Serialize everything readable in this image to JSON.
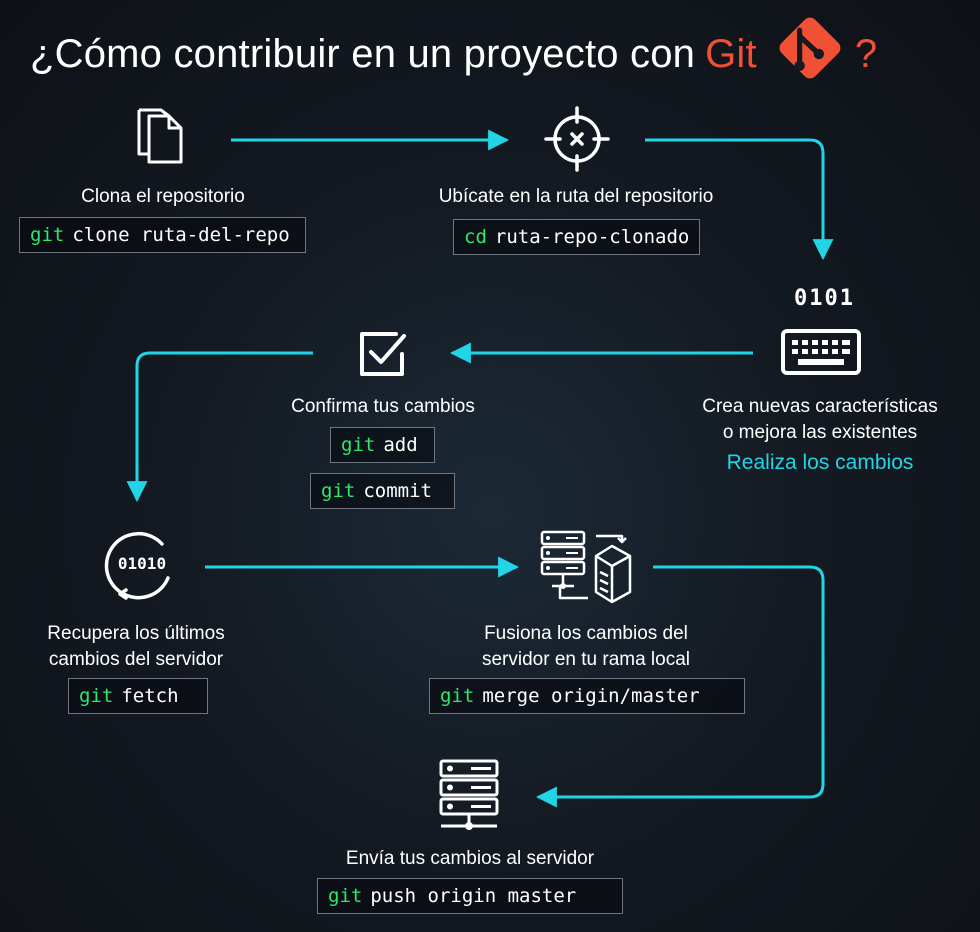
{
  "title": {
    "prefix": "¿Cómo contribuir en un proyecto con",
    "git_word": "Git",
    "suffix": "?"
  },
  "colors": {
    "accent": "#21d4e6",
    "git_orange": "#f05033",
    "command_green": "#2ee86b"
  },
  "steps": [
    {
      "icon": "documents-icon",
      "label": "Clona el repositorio",
      "commands": [
        {
          "keyword": "git",
          "args": "clone ruta-del-repo"
        }
      ]
    },
    {
      "icon": "target-icon",
      "label": "Ubícate en la ruta del repositorio",
      "commands": [
        {
          "keyword": "cd",
          "args": "ruta-repo-clonado"
        }
      ]
    },
    {
      "icon": "keyboard-binary-icon",
      "label_line1": "Crea nuevas características",
      "label_line2": "o mejora las existentes",
      "highlight": "Realiza los cambios",
      "binary": "0101"
    },
    {
      "icon": "checkbox-icon",
      "label": "Confirma tus cambios",
      "commands": [
        {
          "keyword": "git",
          "args": "add"
        },
        {
          "keyword": "git",
          "args": "commit"
        }
      ]
    },
    {
      "icon": "sync-binary-icon",
      "label_line1": "Recupera los últimos",
      "label_line2": "cambios del servidor",
      "binary": "01010",
      "commands": [
        {
          "keyword": "git",
          "args": "fetch"
        }
      ]
    },
    {
      "icon": "server-merge-icon",
      "label_line1": "Fusiona los cambios del",
      "label_line2": "servidor en tu rama local",
      "commands": [
        {
          "keyword": "git",
          "args": "merge origin/master"
        }
      ]
    },
    {
      "icon": "server-rack-icon",
      "label": "Envía tus cambios al servidor",
      "commands": [
        {
          "keyword": "git",
          "args": "push origin master"
        }
      ]
    }
  ]
}
